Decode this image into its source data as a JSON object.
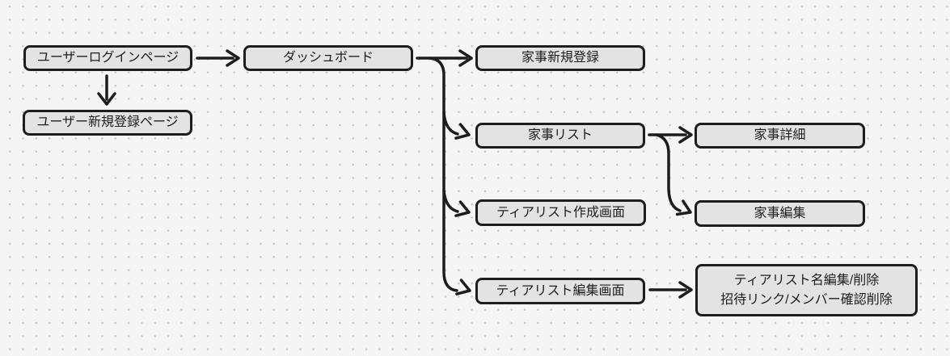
{
  "diagram": {
    "colors": {
      "canvas_background": "#f5f5f5",
      "grid_dot": "#c6c6c6",
      "node_fill": "#e3e3e3",
      "stroke": "#1d1d1d"
    },
    "nodes": [
      {
        "id": "login",
        "label": "ユーザーログインページ"
      },
      {
        "id": "signup",
        "label": "ユーザー新規登録ページ"
      },
      {
        "id": "dashboard",
        "label": "ダッシュボード"
      },
      {
        "id": "kaji-new",
        "label": "家事新規登録"
      },
      {
        "id": "kaji-list",
        "label": "家事リスト"
      },
      {
        "id": "tier-create",
        "label": "ティアリスト作成画面"
      },
      {
        "id": "tier-edit",
        "label": "ティアリスト編集画面"
      },
      {
        "id": "kaji-detail",
        "label": "家事詳細"
      },
      {
        "id": "kaji-edit",
        "label": "家事編集"
      },
      {
        "id": "tier-edit-detail",
        "label_line1": "ティアリスト名編集/削除",
        "label_line2": "招待リンク/メンバー確認削除"
      }
    ],
    "edges": [
      {
        "from": "login",
        "to": "dashboard"
      },
      {
        "from": "login",
        "to": "signup"
      },
      {
        "from": "dashboard",
        "to": "kaji-new"
      },
      {
        "from": "dashboard",
        "to": "kaji-list"
      },
      {
        "from": "dashboard",
        "to": "tier-create"
      },
      {
        "from": "dashboard",
        "to": "tier-edit"
      },
      {
        "from": "kaji-list",
        "to": "kaji-detail"
      },
      {
        "from": "kaji-list",
        "to": "kaji-edit"
      },
      {
        "from": "tier-edit",
        "to": "tier-edit-detail"
      }
    ]
  }
}
